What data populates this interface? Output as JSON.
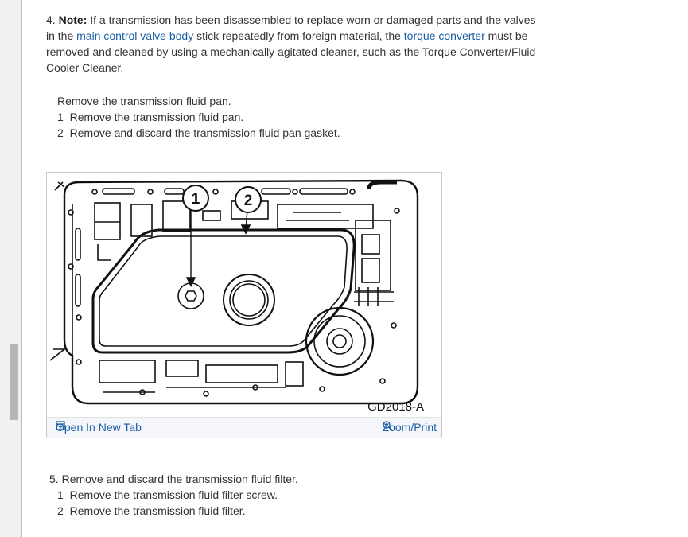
{
  "step4": {
    "number": "4.",
    "note_label": "Note:",
    "text_1": " If a transmission has been disassembled to replace worn or damaged parts and the valves in the ",
    "link_1": "main control valve body",
    "text_2": " stick repeatedly from foreign material, the ",
    "link_2": "torque converter",
    "text_3": " must be removed and cleaned by using a mechanically agitated cleaner, such as the Torque Converter/Fluid Cooler Cleaner.",
    "intro": "Remove the transmission fluid pan.",
    "substeps": [
      {
        "num": "1",
        "text": "Remove the transmission fluid pan."
      },
      {
        "num": "2",
        "text": "Remove and discard the transmission fluid pan gasket."
      }
    ]
  },
  "figure": {
    "caption": "GD2018-A",
    "callouts": [
      "1",
      "2"
    ],
    "open_tab_label": "Open In New Tab",
    "zoom_label": "Zoom/Print",
    "open_icon": "open-new-tab-icon",
    "zoom_icon": "magnifier-icon"
  },
  "step5": {
    "number": "5.",
    "text": "Remove and discard the transmission fluid filter.",
    "substeps": [
      {
        "num": "1",
        "text": "Remove the transmission fluid filter screw."
      },
      {
        "num": "2",
        "text": "Remove the transmission fluid filter."
      }
    ]
  }
}
